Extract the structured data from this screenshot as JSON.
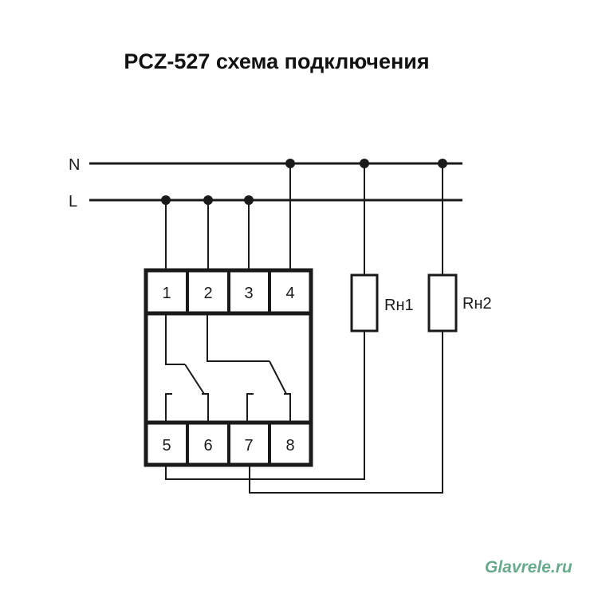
{
  "title": "PCZ-527 схема подключения",
  "watermark": "Glavrele.ru",
  "colors": {
    "line": "#1a1a1a",
    "watermark": "#6aaa8c",
    "background": "#ffffff"
  },
  "lines": {
    "neutral": "N",
    "phase": "L"
  },
  "terminals": {
    "t1": "1",
    "t2": "2",
    "t3": "3",
    "t4": "4",
    "t5": "5",
    "t6": "6",
    "t7": "7",
    "t8": "8"
  },
  "loads": {
    "load1": "Rн1",
    "load2": "Rн2"
  }
}
